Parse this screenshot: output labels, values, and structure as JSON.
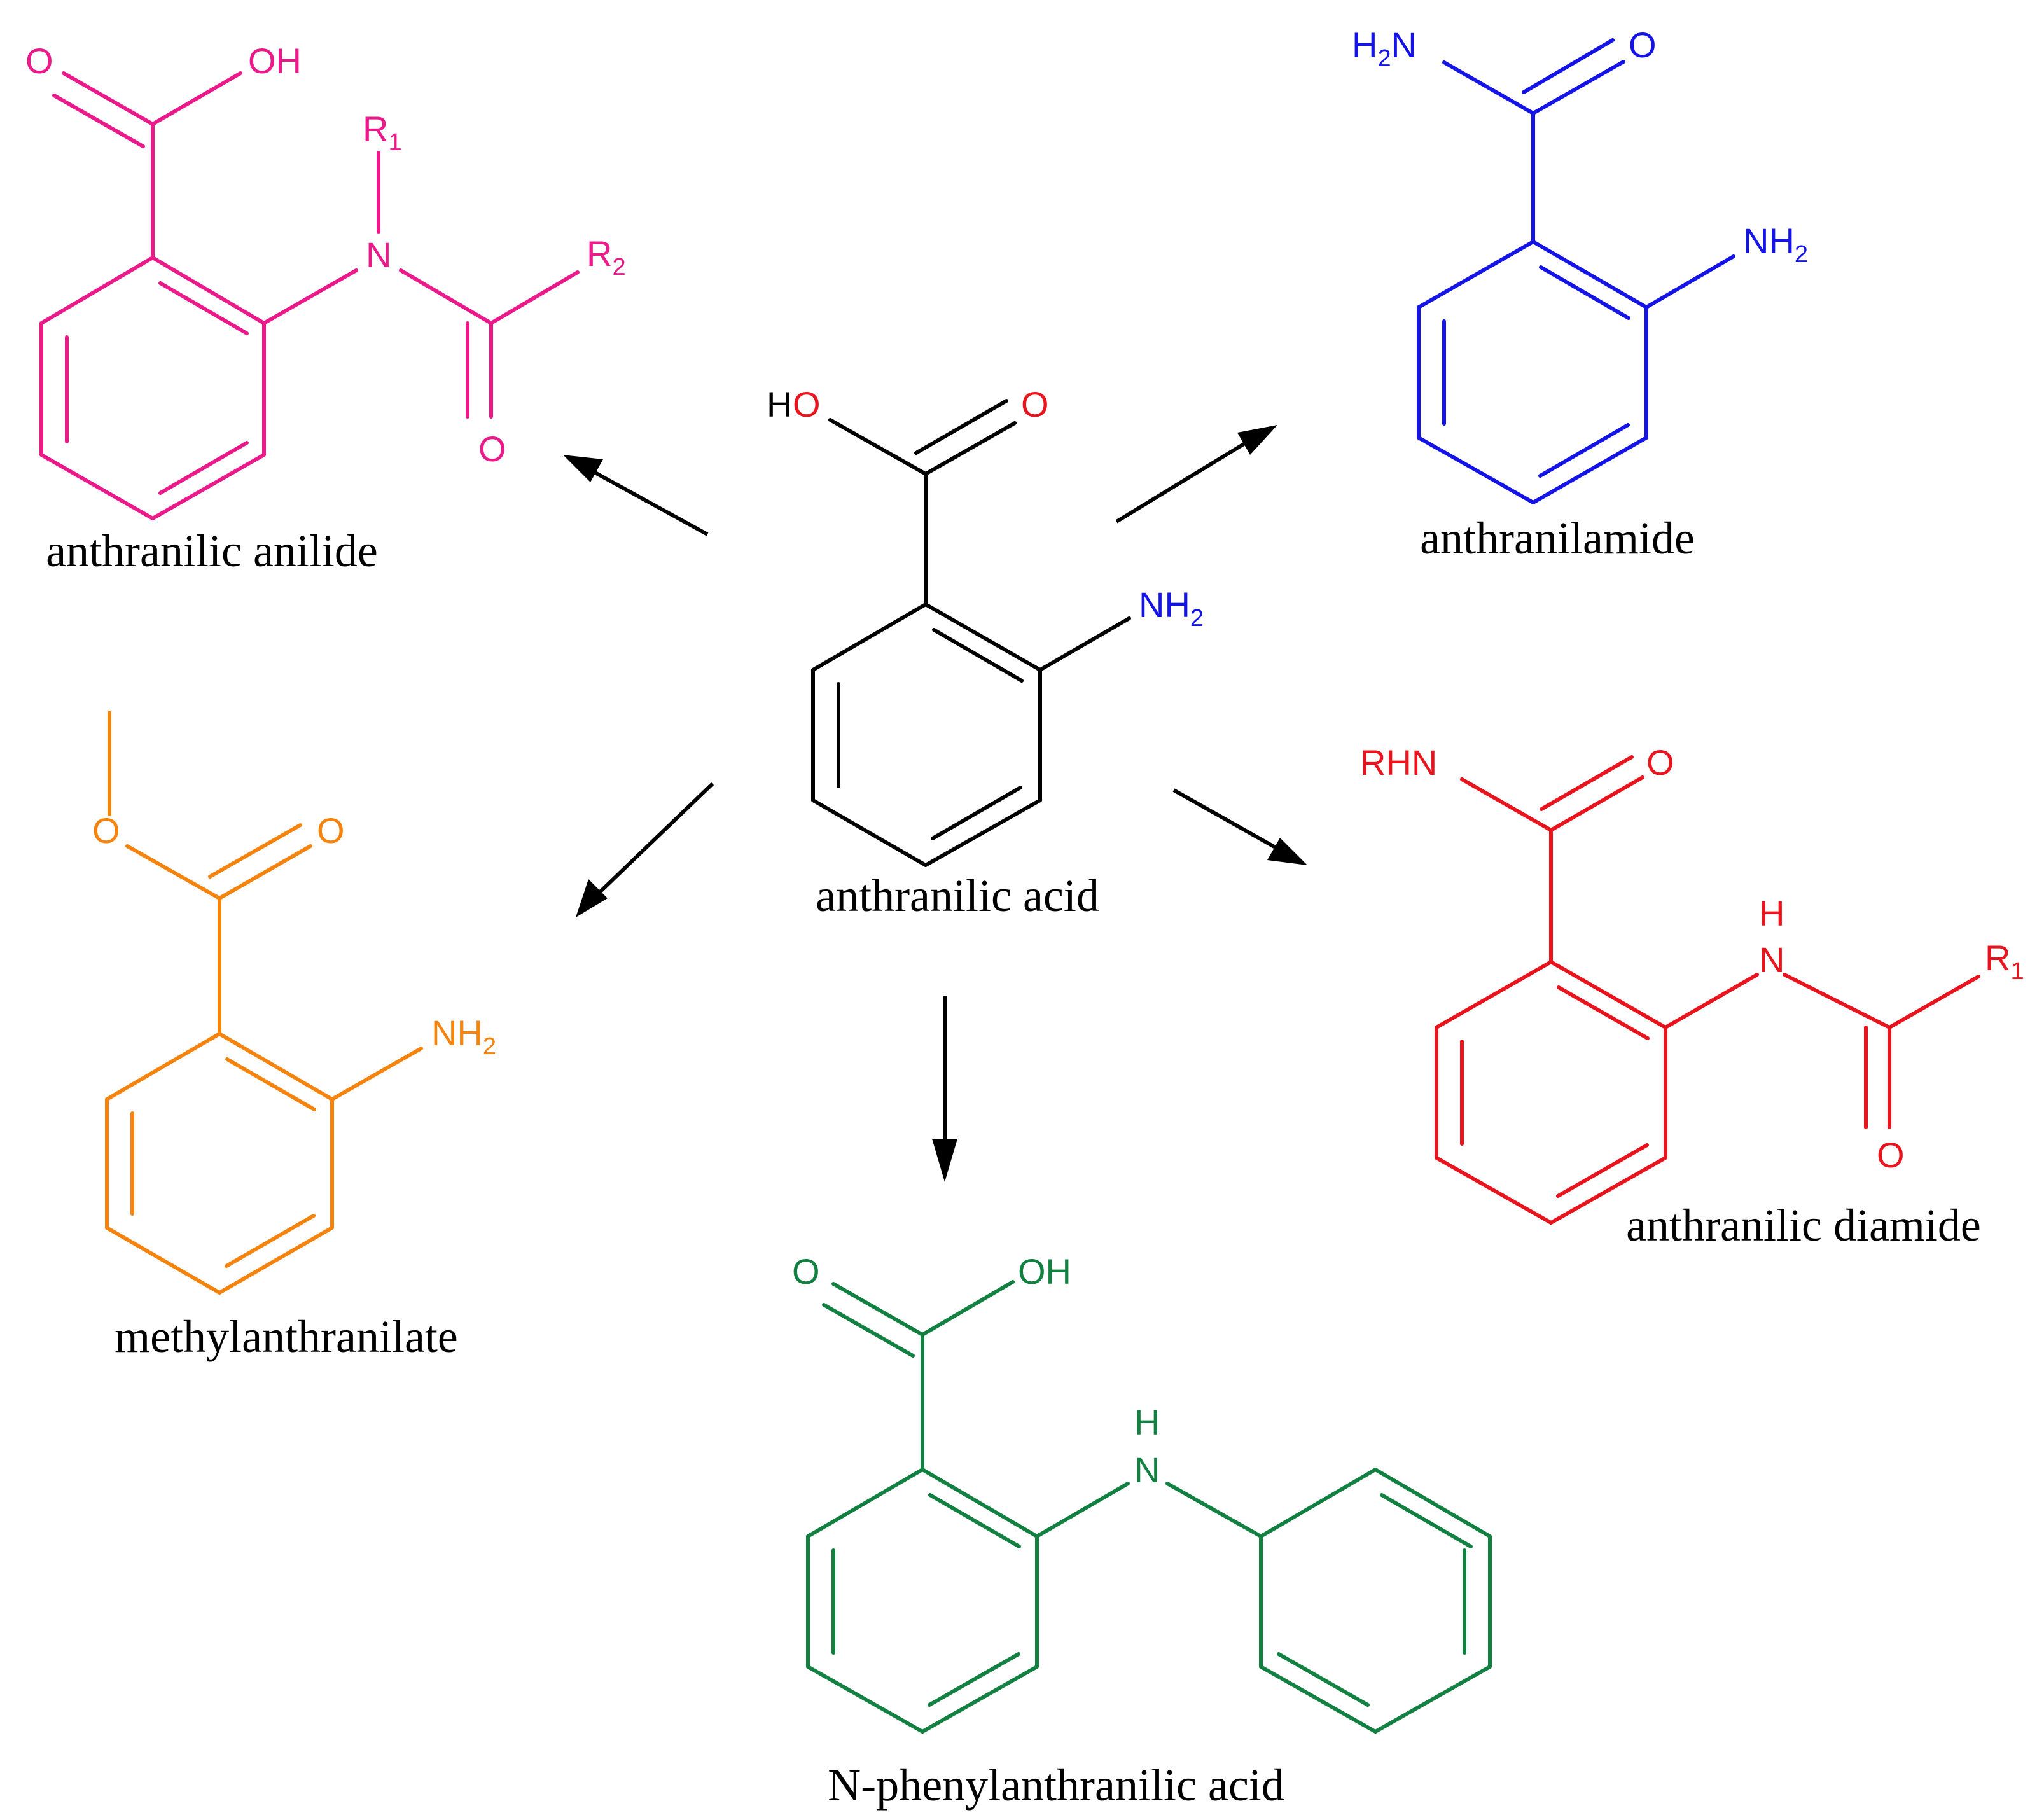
{
  "colors": {
    "black": "#000000",
    "pink": "#ea1a8a",
    "blue": "#1414e6",
    "orange": "#f5840f",
    "red": "#e8141e",
    "green": "#118040",
    "heteroO": "#e8141e",
    "heteroN": "#1414e6"
  },
  "captions": {
    "center": "anthranilic acid",
    "anilide": "anthranilic anilide",
    "amide": "anthranilamide",
    "methyl": "methylanthranilate",
    "diamide": "anthranilic diamide",
    "phenyl": "N-phenylanthranilic acid"
  },
  "atoms": {
    "center": {
      "ho_h": "H",
      "ho_o": "O",
      "o": "O",
      "nh2_n": "NH",
      "nh2_sub": "2"
    },
    "anilide": {
      "o": "O",
      "oh": "OH",
      "r1": "R",
      "r1_sub": "1",
      "n": "N",
      "r2": "R",
      "r2_sub": "2",
      "o2": "O"
    },
    "amide": {
      "h2n_h": "H",
      "h2n_sub": "2",
      "h2n_n": "N",
      "o": "O",
      "nh2": "NH",
      "nh2_sub": "2"
    },
    "methyl": {
      "o_ester": "O",
      "o": "O",
      "nh2": "NH",
      "nh2_sub": "2"
    },
    "diamide": {
      "rhn": "RHN",
      "o": "O",
      "h": "H",
      "n": "N",
      "r1": "R",
      "r1_sub": "1",
      "o2": "O"
    },
    "phenyl": {
      "o": "O",
      "oh": "OH",
      "h": "H",
      "n": "N"
    }
  }
}
